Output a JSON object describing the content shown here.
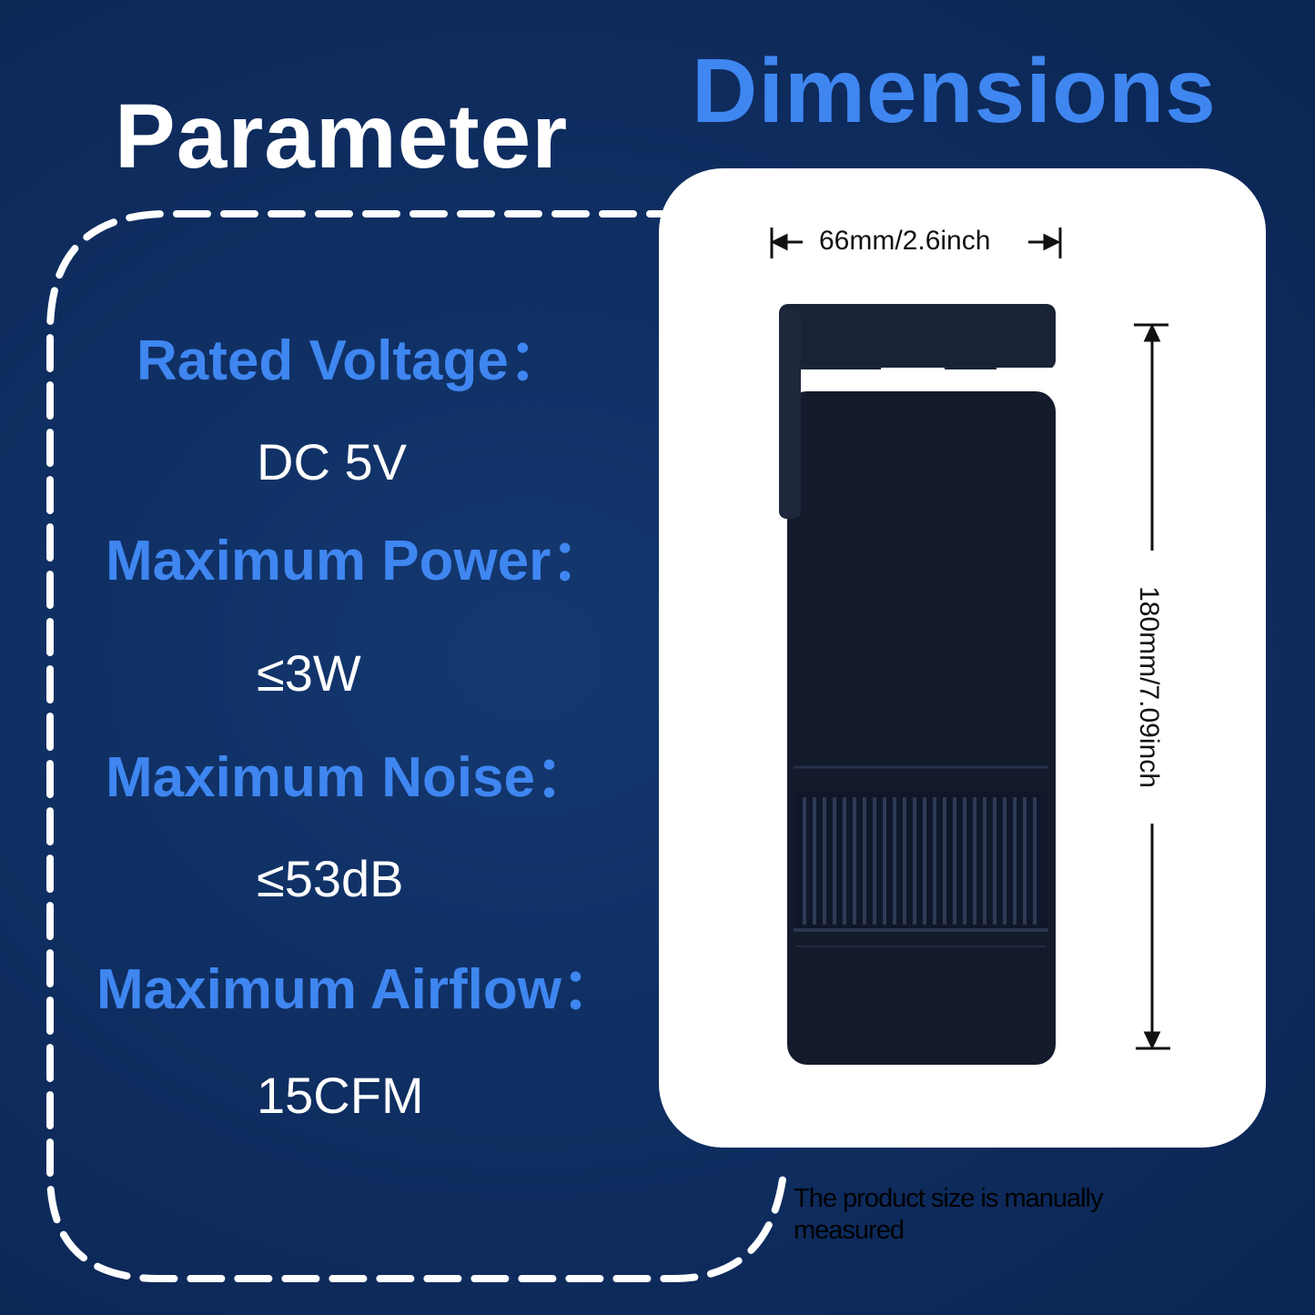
{
  "titles": {
    "parameter": "Parameter",
    "dimensions": "Dimensions"
  },
  "specs": [
    {
      "label": "Rated Voltage：",
      "value": "DC 5V"
    },
    {
      "label": "Maximum Power：",
      "value": "≤3W"
    },
    {
      "label": "Maximum Noise：",
      "value": "≤53dB"
    },
    {
      "label": "Maximum Airflow：",
      "value": "15CFM"
    }
  ],
  "dimensions": {
    "width": "66mm/2.6inch",
    "height": "180mm/7.09inch"
  },
  "note": "The product size is manually measured",
  "colors": {
    "background": "#0e2c5e",
    "accent_blue": "#3f86f0",
    "white": "#ffffff",
    "product_body": "#131a2b"
  }
}
